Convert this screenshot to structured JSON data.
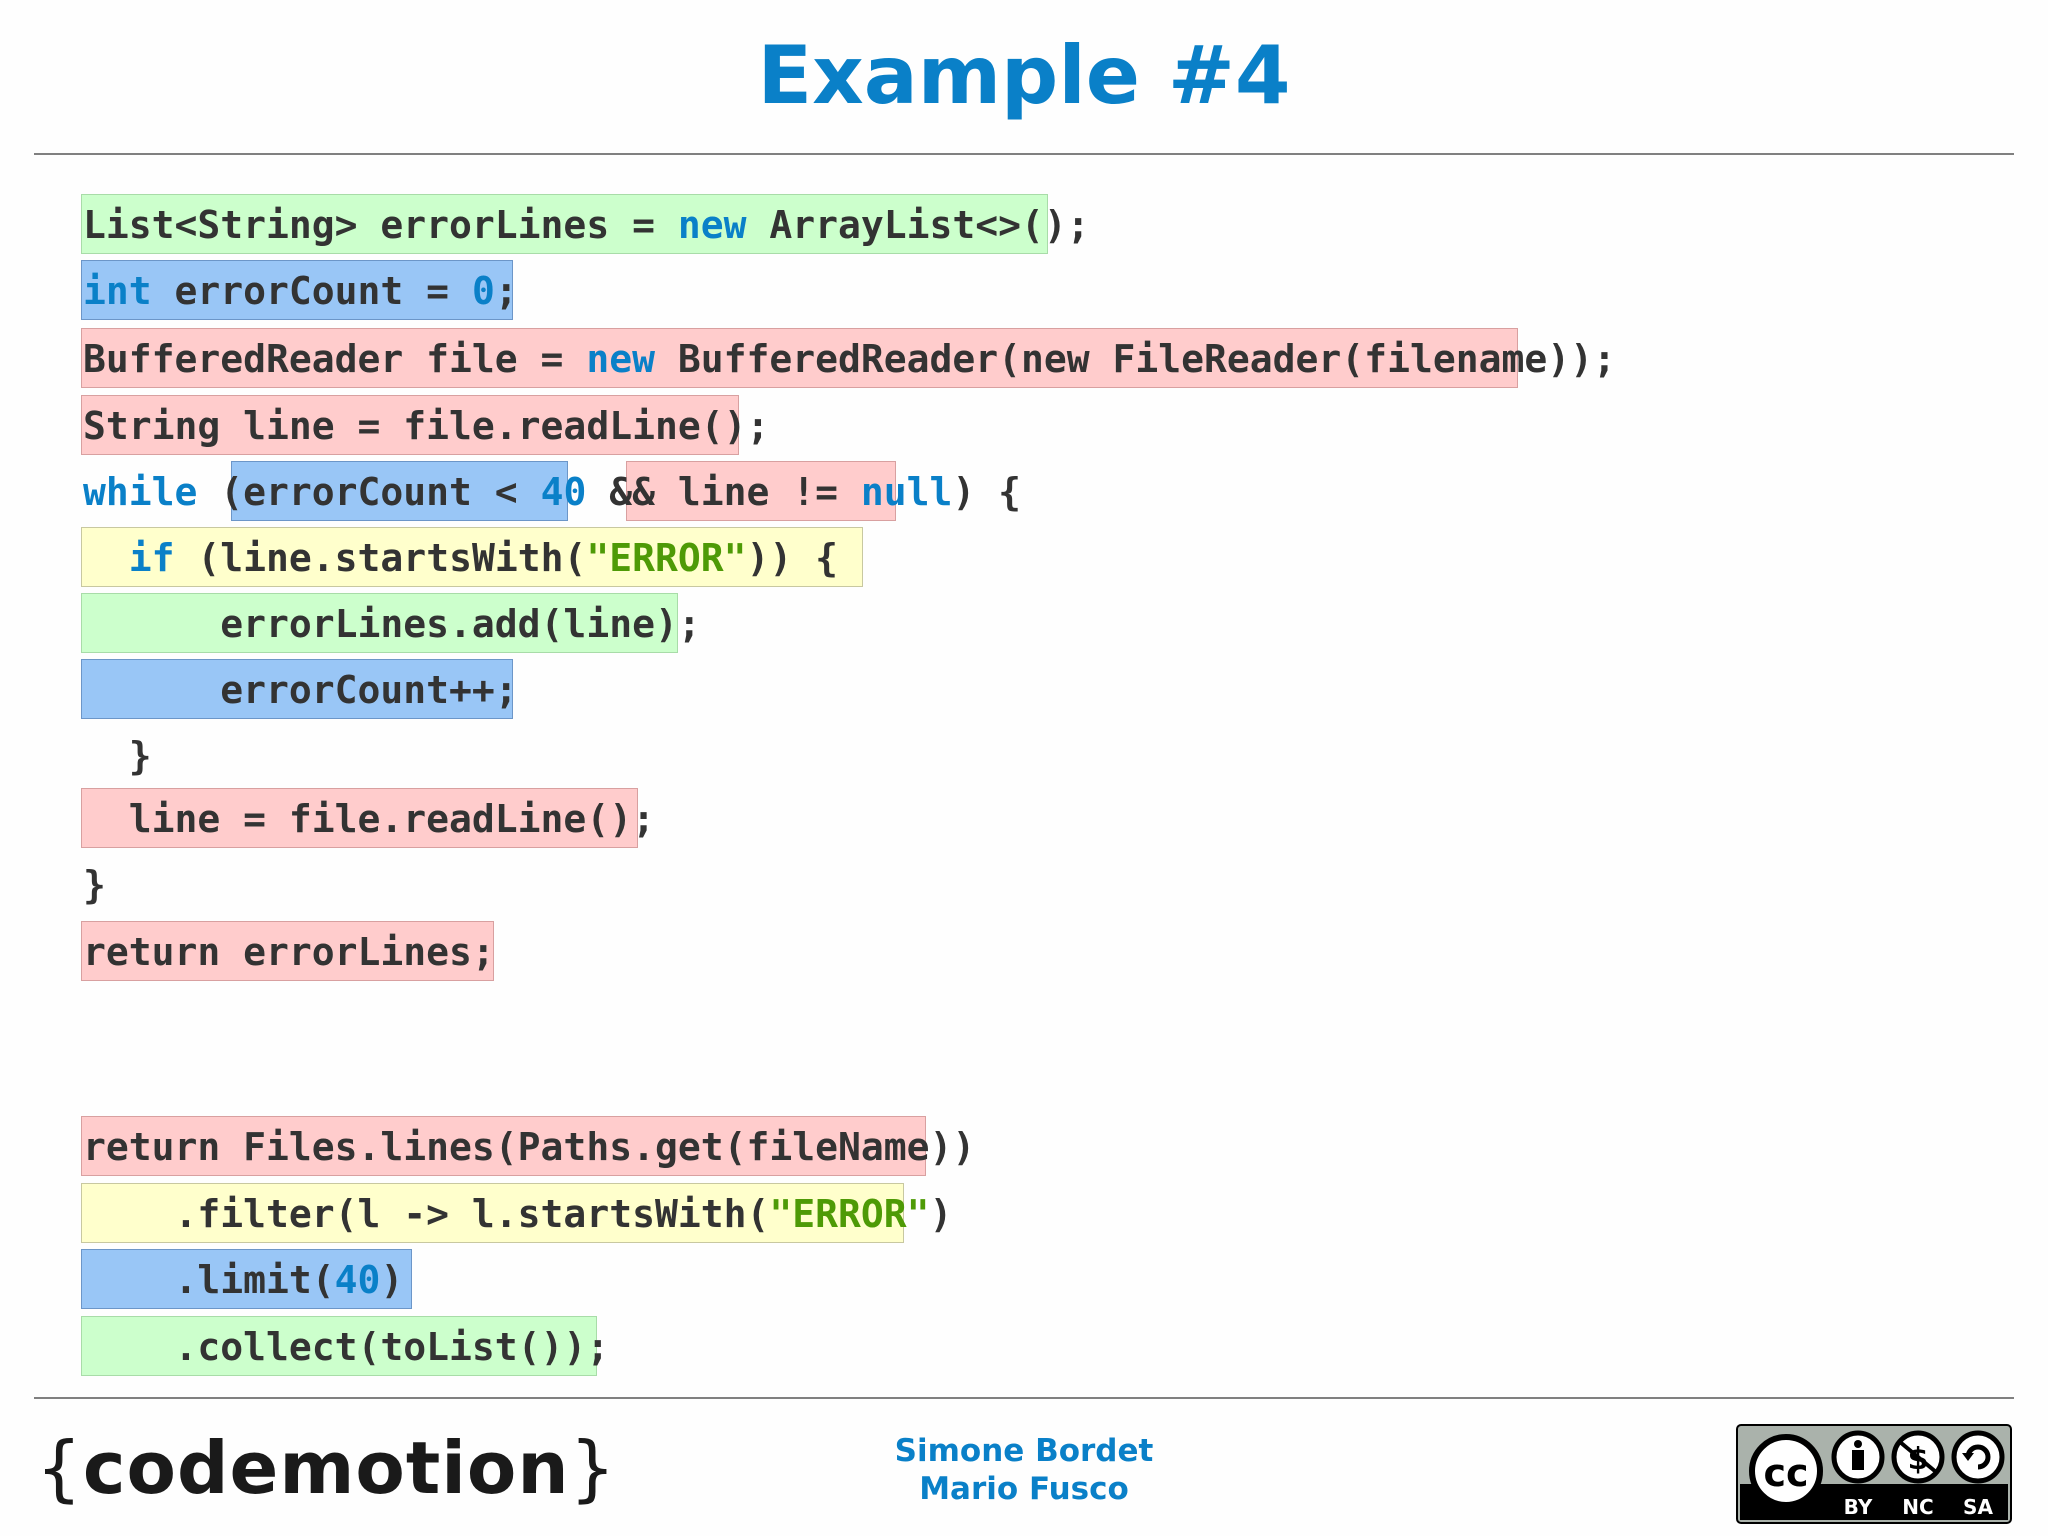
{
  "slide": {
    "title": "Example #4"
  },
  "imperative_code": {
    "l1": {
      "a": "List<String> errorLines = ",
      "kw": "new",
      "b": " ArrayList<>();"
    },
    "l2": {
      "kw": "int",
      "a": " errorCount = ",
      "num": "0",
      "b": ";"
    },
    "l3": {
      "a": "BufferedReader file = ",
      "kw": "new",
      "b": " BufferedReader(new FileReader(filename));"
    },
    "l4": {
      "a": "String line = file.readLine();"
    },
    "l5": {
      "kw": "while",
      "a": " (errorCount < ",
      "num": "40",
      "b": " && line != ",
      "kw2": "null",
      "c": ") {"
    },
    "l6": {
      "indent": "  ",
      "kw": "if",
      "a": " (line.startsWith(",
      "str": "\"ERROR\"",
      "b": ")) {"
    },
    "l7": {
      "a": "      errorLines.add(line);"
    },
    "l8": {
      "a": "      errorCount++;"
    },
    "l9": {
      "a": "  }"
    },
    "l10": {
      "a": "  line = file.readLine();"
    },
    "l11": {
      "a": "}"
    },
    "l12": {
      "a": "return errorLines;"
    }
  },
  "stream_code": {
    "l1": {
      "a": "return Files.lines(Paths.get(fileName))"
    },
    "l2": {
      "a": "    .filter(l -> l.startsWith(",
      "str": "\"ERROR\"",
      "b": ")"
    },
    "l3": {
      "a": "    .limit(",
      "num": "40",
      "b": ")"
    },
    "l4": {
      "a": "    .collect(toList());"
    }
  },
  "footer": {
    "logo_left_brace": "{",
    "logo_word": "codemotion",
    "logo_right_brace": "}",
    "author1": "Simone Bordet",
    "author2": "Mario Fusco",
    "license": {
      "cc": "cc",
      "by": "BY",
      "nc": "NC",
      "sa": "SA"
    }
  },
  "colors": {
    "title": "#0a80c8",
    "green_box": "#ccffcc",
    "blue_box": "#99c6f6",
    "red_box": "#ffcccc",
    "yellow_box": "#ffffcc"
  }
}
